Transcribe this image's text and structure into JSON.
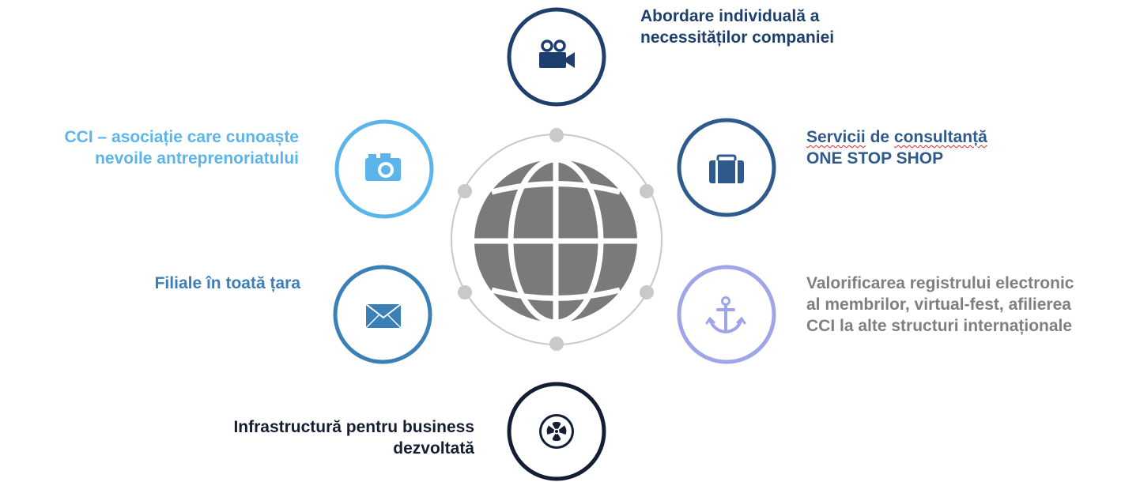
{
  "colors": {
    "navy": "#1e3f6e",
    "dark_blue": "#2e5b8c",
    "light_blue": "#5cb5ea",
    "steel_blue": "#3a7fb6",
    "periwinkle": "#a0a5ea",
    "gray_text": "#7f7f7f",
    "dark_navy": "#141e33",
    "globe_gray": "#7a7a7a",
    "ring_gray": "#c8c8c8",
    "dot_gray": "#c9c9c9"
  },
  "center": {
    "icon": "globe-icon",
    "ring_dot_count": 6
  },
  "items": {
    "top": {
      "icon": "video-camera-icon",
      "lines": [
        "Abordare individuală a",
        "necessităților companiei"
      ]
    },
    "top_left": {
      "icon": "camera-icon",
      "lines": [
        "CCI – asociație care cunoaște",
        "nevoile antreprenoriatului"
      ]
    },
    "top_right": {
      "icon": "briefcase-icon",
      "line1_part1": "Servicii",
      "line1_part2": " de ",
      "line1_part3": "consultanță",
      "line2": "ONE STOP SHOP"
    },
    "mid_left": {
      "icon": "envelope-icon",
      "lines": [
        "Filiale în toată țara"
      ]
    },
    "mid_right": {
      "icon": "anchor-icon",
      "lines": [
        "Valorificarea registrului electronic",
        "al membrilor, virtual-fest, afilierea",
        "CCI la alte structuri internaționale"
      ]
    },
    "bottom": {
      "icon": "radiation-icon",
      "lines": [
        "Infrastructură pentru business",
        "dezvoltată"
      ]
    }
  }
}
